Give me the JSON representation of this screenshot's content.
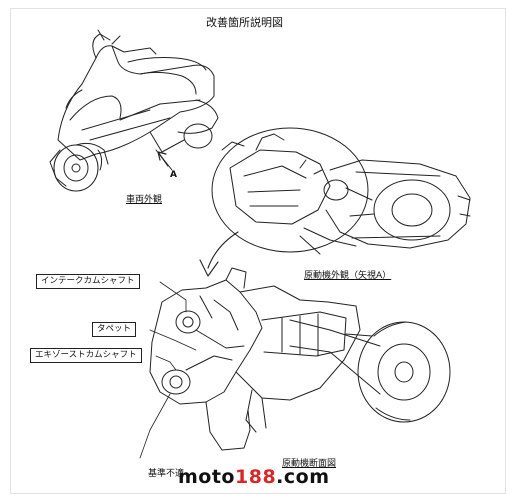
{
  "title": "改善箇所説明図",
  "captions": {
    "vehicle": "車両外観",
    "arrow": "A",
    "engine": "原動機外観（矢視A）",
    "section": "原動機断面図",
    "note": "基準不適"
  },
  "labels": {
    "intake": "インテークカムシャフト",
    "tappet": "タペット",
    "exhaust": "エキゾーストカムシャフト"
  },
  "watermark": {
    "prefix": "moto",
    "number": "188",
    "suffix": ".com",
    "number_color": "#d62828"
  }
}
